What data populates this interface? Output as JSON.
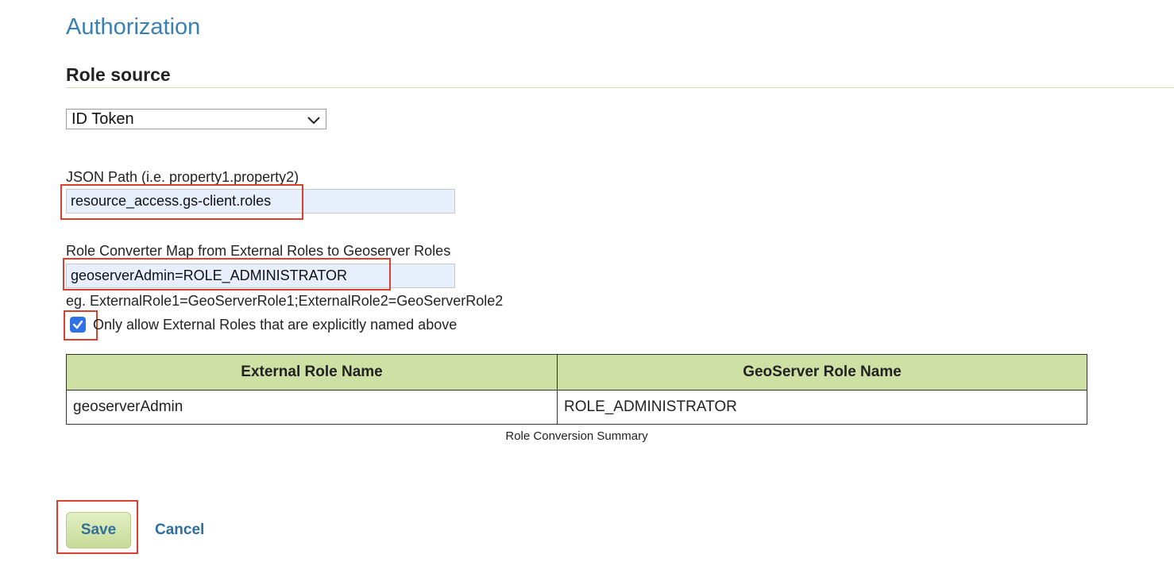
{
  "page": {
    "title": "Authorization",
    "section": "Role source"
  },
  "role_source": {
    "selected": "ID Token"
  },
  "json_path": {
    "label": "JSON Path (i.e. property1.property2)",
    "value": "resource_access.gs-client.roles"
  },
  "role_map": {
    "label": "Role Converter Map from External Roles to Geoserver Roles",
    "value": "geoserverAdmin=ROLE_ADMINISTRATOR",
    "hint": "eg. ExternalRole1=GeoServerRole1;ExternalRole2=GeoServerRole2"
  },
  "only_named": {
    "label": "Only allow External Roles that are explicitly named above",
    "checked": true
  },
  "table": {
    "headers": [
      "External Role Name",
      "GeoServer Role Name"
    ],
    "rows": [
      [
        "geoserverAdmin",
        "ROLE_ADMINISTRATOR"
      ]
    ],
    "caption": "Role Conversion Summary"
  },
  "actions": {
    "save": "Save",
    "cancel": "Cancel"
  },
  "colors": {
    "title": "#3a7fb2",
    "highlight": "#d9412e",
    "table_header": "#cfe0a5",
    "checkbox": "#2f72e8"
  }
}
